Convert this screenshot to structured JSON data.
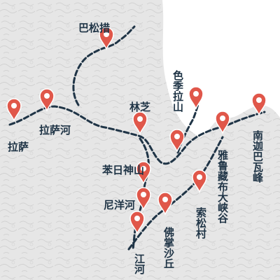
{
  "map": {
    "colors": {
      "land": "#e6e6e6",
      "terrain": "#d2d2d2",
      "water": "#ffffff",
      "route": "#1f3446",
      "pin": "#e0574a",
      "label": "#1f3446"
    },
    "places": [
      {
        "id": "lasa",
        "name": "拉萨"
      },
      {
        "id": "lasahe",
        "name": "拉萨河"
      },
      {
        "id": "basongcuo",
        "name": "巴松措"
      },
      {
        "id": "linzhi",
        "name": "林芝"
      },
      {
        "id": "sejilashan",
        "name": "色季拉山"
      },
      {
        "id": "benrishenshan",
        "name": "苯日神山"
      },
      {
        "id": "niyanghe",
        "name": "尼洋河"
      },
      {
        "id": "jianghe",
        "name": "江河"
      },
      {
        "id": "fozhangshaqiu",
        "name": "佛掌沙丘"
      },
      {
        "id": "suosongcun",
        "name": "索松村"
      },
      {
        "id": "yaluzangbudaxiagu",
        "name": "雅鲁藏布大峡谷"
      },
      {
        "id": "nanjiabawafeng",
        "name": "南迦巴瓦峰"
      }
    ]
  }
}
